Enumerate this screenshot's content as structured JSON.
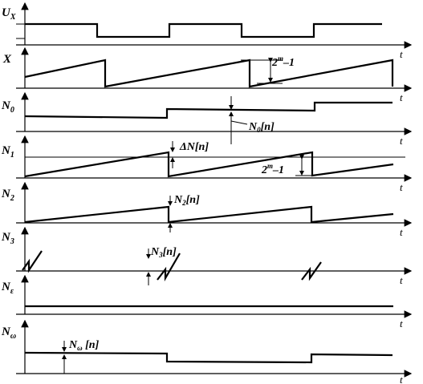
{
  "rows": [
    {
      "label": "U",
      "sub": "X"
    },
    {
      "label": "X",
      "sub": ""
    },
    {
      "label": "N",
      "sub": "0"
    },
    {
      "label": "N",
      "sub": "1"
    },
    {
      "label": "N",
      "sub": "2"
    },
    {
      "label": "N",
      "sub": "3"
    },
    {
      "label": "N",
      "sub": "ε"
    },
    {
      "label": "N",
      "sub": "ω"
    }
  ],
  "time_label": "t",
  "annotations": {
    "x_amp": "2",
    "x_amp_exp": "m",
    "x_amp_tail": "–1",
    "n0": "N",
    "n0_sub": "0",
    "n0_tail": "[n]",
    "delta": "ΔN[n]",
    "n1_amp": "2",
    "n1_amp_exp": "m",
    "n1_amp_tail": "–1",
    "n2": "N",
    "n2_sub": "2",
    "n2_tail": "[n]",
    "n3": "N",
    "n3_sub": "3",
    "n3_tail": "[n]",
    "nw": "N",
    "nw_sub": "ω",
    "nw_tail": " [n]"
  }
}
